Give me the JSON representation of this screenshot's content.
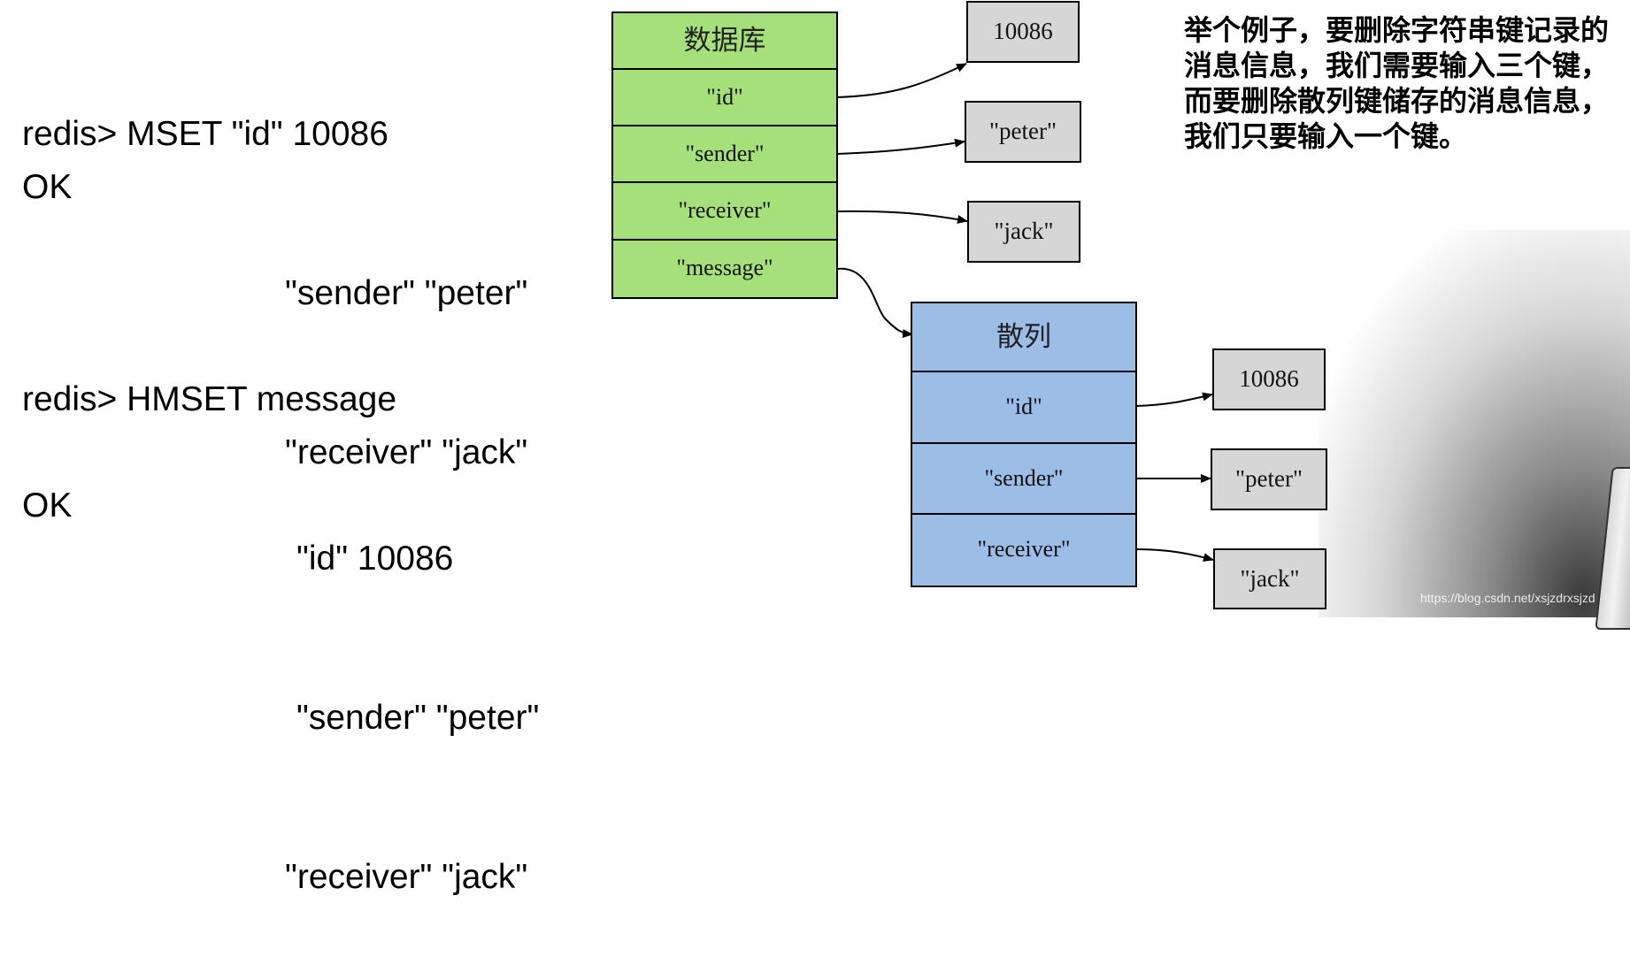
{
  "commands": {
    "mset_line1": "redis> MSET \"id\" 10086",
    "mset_line2": "\"sender\" \"peter\"",
    "mset_line3": "\"receiver\" \"jack\"",
    "mset_ok": "OK",
    "hmset_line1": "redis> HMSET message",
    "hmset_line2": "\"id\" 10086",
    "hmset_line3": "\"sender\" \"peter\"",
    "hmset_line4": "\"receiver\" \"jack\"",
    "hmset_ok": "OK"
  },
  "database_table": {
    "title": "数据库",
    "rows": [
      "\"id\"",
      "\"sender\"",
      "\"receiver\"",
      "\"message\""
    ],
    "values": [
      "10086",
      "\"peter\"",
      "\"jack\""
    ]
  },
  "hash_table": {
    "title": "散列",
    "rows": [
      "\"id\"",
      "\"sender\"",
      "\"receiver\""
    ],
    "values": [
      "10086",
      "\"peter\"",
      "\"jack\""
    ]
  },
  "caption": "举个例子，要删除字符串键记录的消息信息，我们需要输入三个键，而要删除散列键储存的消息信息，我们只要输入一个键。",
  "footer": "https://blog.csdn.net/xsjzdrxsjzd",
  "colors": {
    "database_fill": "#a6e07a",
    "hash_fill": "#9bbde6",
    "value_fill": "#d6d6d6"
  }
}
